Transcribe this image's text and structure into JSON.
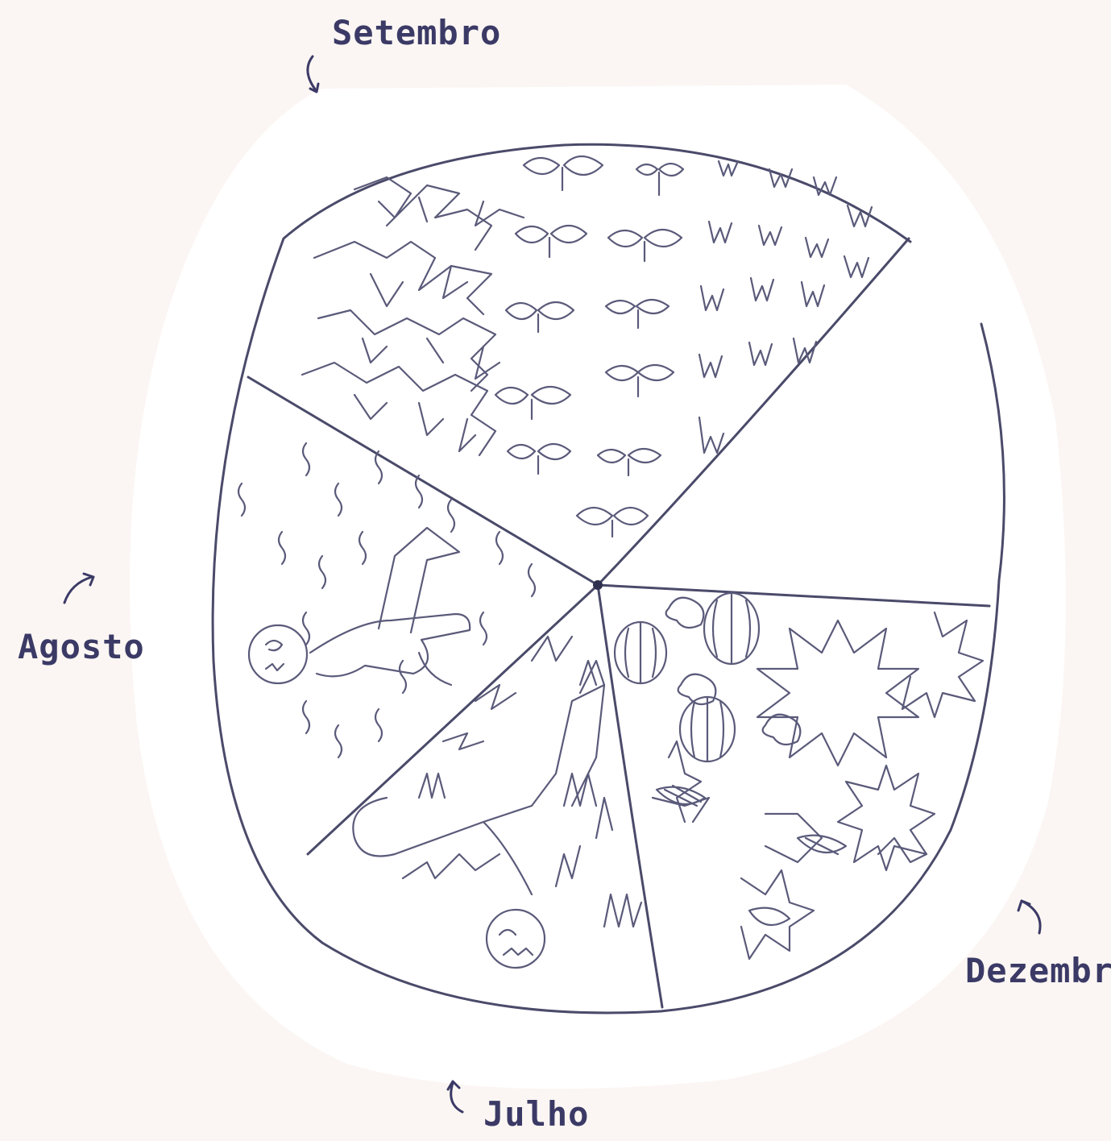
{
  "labels": {
    "setembro": "Setembro",
    "agosto": "Agosto",
    "dezembro": "Dezembro",
    "julho": "Julho"
  },
  "colors": {
    "background": "#fbf6f3",
    "paper": "#ffffff",
    "ink": "#4a4a6a",
    "label": "#3b3a66"
  },
  "sectors": [
    {
      "id": "planting",
      "content": "sprouting-plants"
    },
    {
      "id": "empty",
      "content": "blank"
    },
    {
      "id": "harvest",
      "content": "fruits-and-bushes"
    },
    {
      "id": "weeding",
      "content": "person-with-sickle"
    },
    {
      "id": "soil-prep",
      "content": "person-with-hoe"
    }
  ]
}
